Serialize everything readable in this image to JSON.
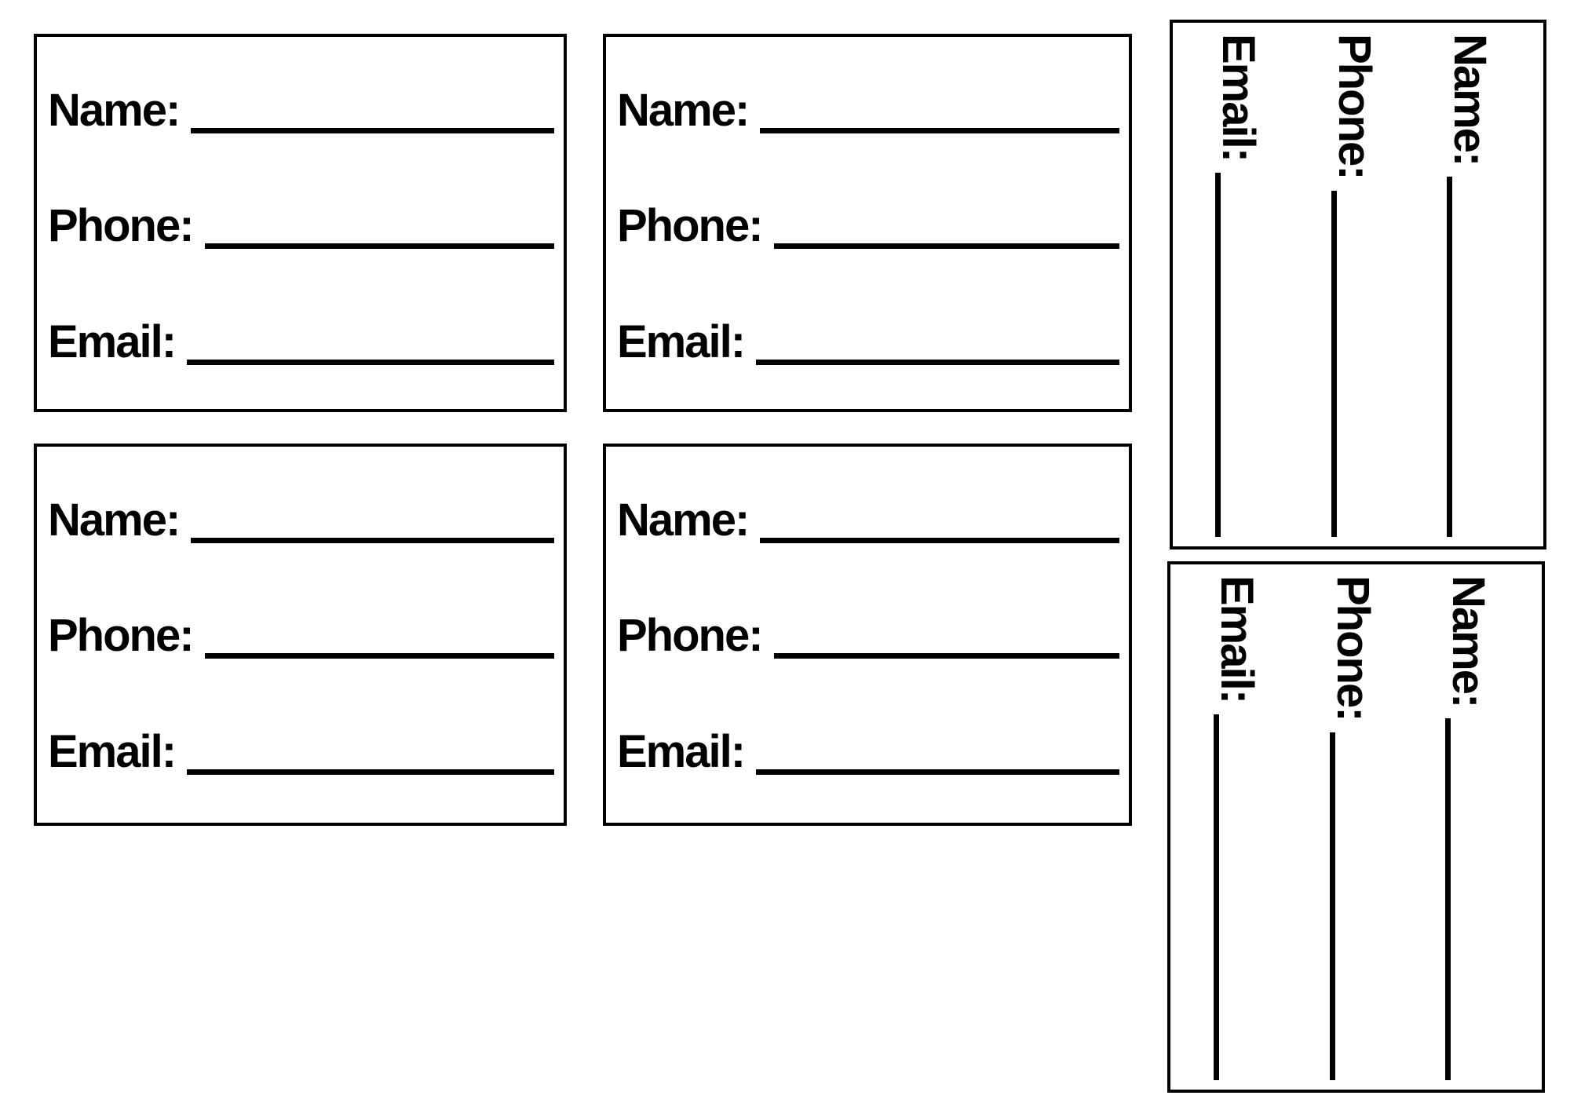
{
  "page": {
    "background_color": "#ffffff",
    "ink_color": "#000000",
    "description_labels": {
      "name": "Name:",
      "phone": "Phone:",
      "email": "Email:"
    }
  },
  "labels": {
    "name": "Name:",
    "phone": "Phone:",
    "email": "Email:"
  },
  "cards": [
    {
      "position": "top-left",
      "orientation": "horizontal",
      "fields": [
        {
          "label": "Name:",
          "value": ""
        },
        {
          "label": "Phone:",
          "value": ""
        },
        {
          "label": "Email:",
          "value": ""
        }
      ]
    },
    {
      "position": "top-middle",
      "orientation": "horizontal",
      "fields": [
        {
          "label": "Name:",
          "value": ""
        },
        {
          "label": "Phone:",
          "value": ""
        },
        {
          "label": "Email:",
          "value": ""
        }
      ]
    },
    {
      "position": "bottom-left",
      "orientation": "horizontal",
      "fields": [
        {
          "label": "Name:",
          "value": ""
        },
        {
          "label": "Phone:",
          "value": ""
        },
        {
          "label": "Email:",
          "value": ""
        }
      ]
    },
    {
      "position": "bottom-middle",
      "orientation": "horizontal",
      "fields": [
        {
          "label": "Name:",
          "value": ""
        },
        {
          "label": "Phone:",
          "value": ""
        },
        {
          "label": "Email:",
          "value": ""
        }
      ]
    },
    {
      "position": "right-top",
      "orientation": "rotated-90-clockwise",
      "fields": [
        {
          "label": "Name:",
          "value": ""
        },
        {
          "label": "Phone:",
          "value": ""
        },
        {
          "label": "Email:",
          "value": ""
        }
      ]
    },
    {
      "position": "right-bottom",
      "orientation": "rotated-90-clockwise",
      "fields": [
        {
          "label": "Name:",
          "value": ""
        },
        {
          "label": "Phone:",
          "value": ""
        },
        {
          "label": "Email:",
          "value": ""
        }
      ]
    }
  ]
}
